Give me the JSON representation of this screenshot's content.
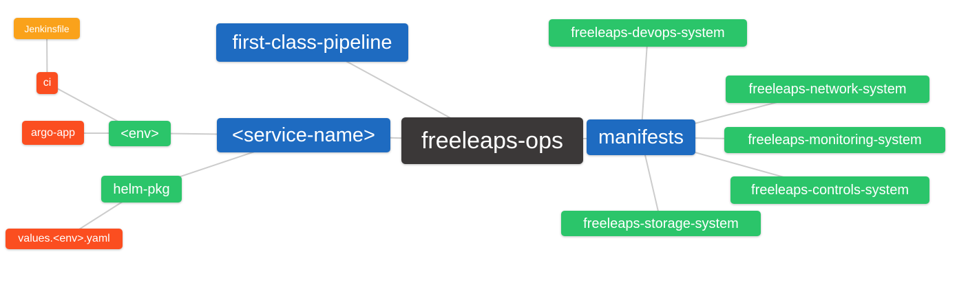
{
  "diagram": {
    "type": "mindmap",
    "background_color": "#FFFFFF",
    "edge_color": "#CCCCCC",
    "text_color": "#FFFFFF"
  },
  "palette": {
    "root": "#3B3838",
    "level1": "#1E6BC1",
    "level2": "#2BC56A",
    "level3": "#FB4E20",
    "level4": "#FAA21B"
  },
  "nodes": {
    "root": {
      "label": "freeleaps-ops",
      "level": 0
    },
    "first_class_pipeline": {
      "label": "first-class-pipeline",
      "level": 1
    },
    "service_name": {
      "label": "<service-name>",
      "level": 1
    },
    "manifests": {
      "label": "manifests",
      "level": 1
    },
    "env": {
      "label": "<env>",
      "level": 2
    },
    "helm_pkg": {
      "label": "helm-pkg",
      "level": 2
    },
    "devops_system": {
      "label": "freeleaps-devops-system",
      "level": 2
    },
    "network_system": {
      "label": "freeleaps-network-system",
      "level": 2
    },
    "monitoring_system": {
      "label": "freeleaps-monitoring-system",
      "level": 2
    },
    "controls_system": {
      "label": "freeleaps-controls-system",
      "level": 2
    },
    "storage_system": {
      "label": "freeleaps-storage-system",
      "level": 2
    },
    "ci": {
      "label": "ci",
      "level": 3
    },
    "argo_app": {
      "label": "argo-app",
      "level": 3
    },
    "values_env_yaml": {
      "label": "values.<env>.yaml",
      "level": 3
    },
    "jenkinsfile": {
      "label": "Jenkinsfile",
      "level": 4
    }
  },
  "edges": [
    [
      "jenkinsfile",
      "ci"
    ],
    [
      "ci",
      "env"
    ],
    [
      "argo_app",
      "env"
    ],
    [
      "env",
      "service_name"
    ],
    [
      "helm_pkg",
      "service_name"
    ],
    [
      "values_env_yaml",
      "helm_pkg"
    ],
    [
      "first_class_pipeline",
      "root"
    ],
    [
      "service_name",
      "root"
    ],
    [
      "root",
      "manifests"
    ],
    [
      "manifests",
      "devops_system"
    ],
    [
      "manifests",
      "network_system"
    ],
    [
      "manifests",
      "monitoring_system"
    ],
    [
      "manifests",
      "controls_system"
    ],
    [
      "manifests",
      "storage_system"
    ]
  ]
}
